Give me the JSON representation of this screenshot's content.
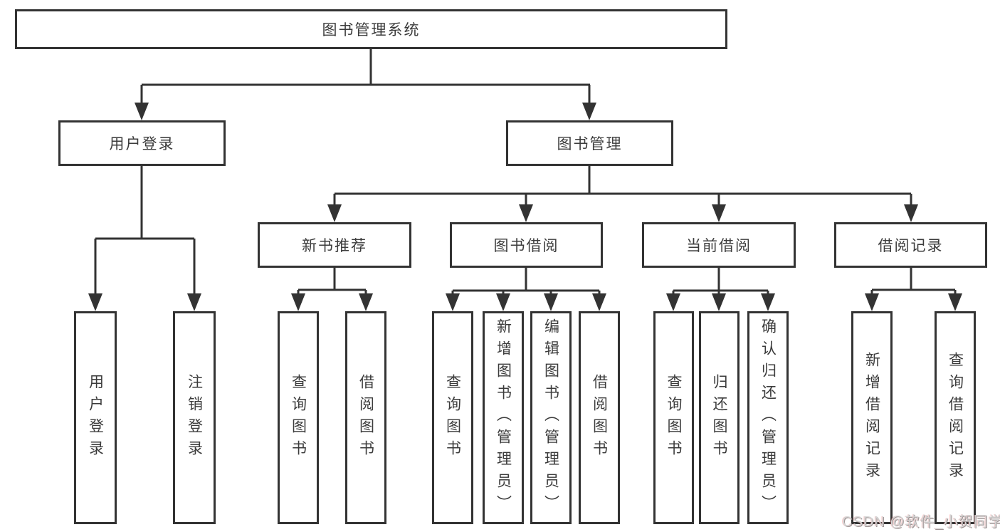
{
  "diagram": {
    "root": "图书管理系统",
    "level2": [
      {
        "label": "用户登录"
      },
      {
        "label": "图书管理"
      }
    ],
    "level3": [
      {
        "label": "新书推荐"
      },
      {
        "label": "图书借阅"
      },
      {
        "label": "当前借阅"
      },
      {
        "label": "借阅记录"
      }
    ],
    "level4": {
      "user_login": [
        "用户登录",
        "注销登录"
      ],
      "new_book": [
        "查询图书",
        "借阅图书"
      ],
      "borrow": [
        "查询图书",
        "新增图书（管理员）",
        "编辑图书（管理员）",
        "借阅图书"
      ],
      "current": [
        "查询图书",
        "归还图书",
        "确认归还（管理员）"
      ],
      "records": [
        "新增借阅记录",
        "查询借阅记录"
      ]
    },
    "watermark": "CSDN @软件_小贺同学",
    "colors": {
      "line": "#333333",
      "text": "#3b3b3b",
      "box_background": "#ffffff",
      "watermark": "#d4d4d4"
    }
  }
}
